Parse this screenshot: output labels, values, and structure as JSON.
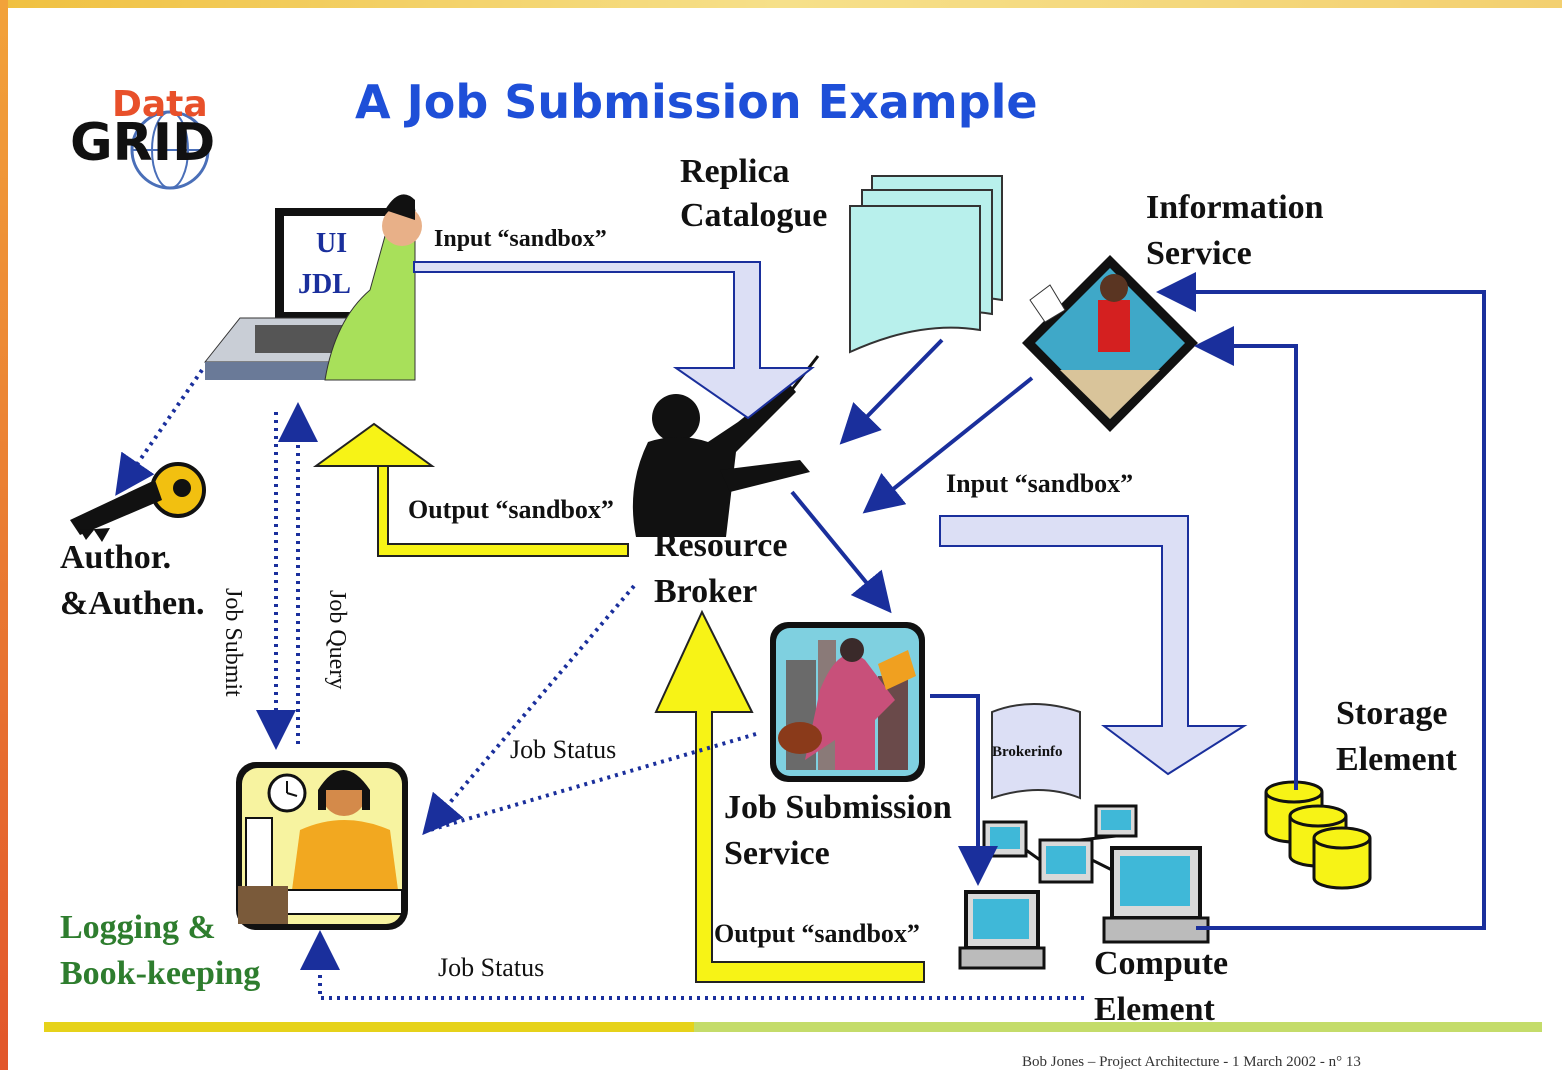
{
  "title": "A Job Submission Example",
  "logo": {
    "top": "Data",
    "bottom": "GRID"
  },
  "ui_screen": {
    "line1": "UI",
    "line2": "JDL"
  },
  "labels": {
    "input_sandbox_1": "Input “sandbox”",
    "replica_1": "Replica",
    "replica_2": "Catalogue",
    "info_1": "Information",
    "info_2": "Service",
    "author_1": "Author.",
    "author_2": "&Authen.",
    "output_sandbox_1": "Output “sandbox”",
    "rb_1": "Resource",
    "rb_2": "Broker",
    "input_sandbox_2": "Input “sandbox”",
    "job_submit": "Job Submit",
    "job_query": "Job Query",
    "job_status_1": "Job Status",
    "jss_1": "Job Submission",
    "jss_2": "Service",
    "brokerinfo": "Brokerinfo",
    "storage_1": "Storage",
    "storage_2": "Element",
    "lb_1": "Logging &",
    "lb_2": "Book-keeping",
    "output_sandbox_2": "Output “sandbox”",
    "job_status_2": "Job Status",
    "ce_1": "Compute",
    "ce_2": "Element"
  },
  "footer": "Bob Jones – Project Architecture - 1 March 2002 - n° 13",
  "colors": {
    "arrow_blue": "#1a2f9c",
    "sandbox_fill": "#dcdff5",
    "output_yellow": "#f7f316",
    "title_blue": "#1e4fd8",
    "green_text": "#2e7d2e"
  }
}
